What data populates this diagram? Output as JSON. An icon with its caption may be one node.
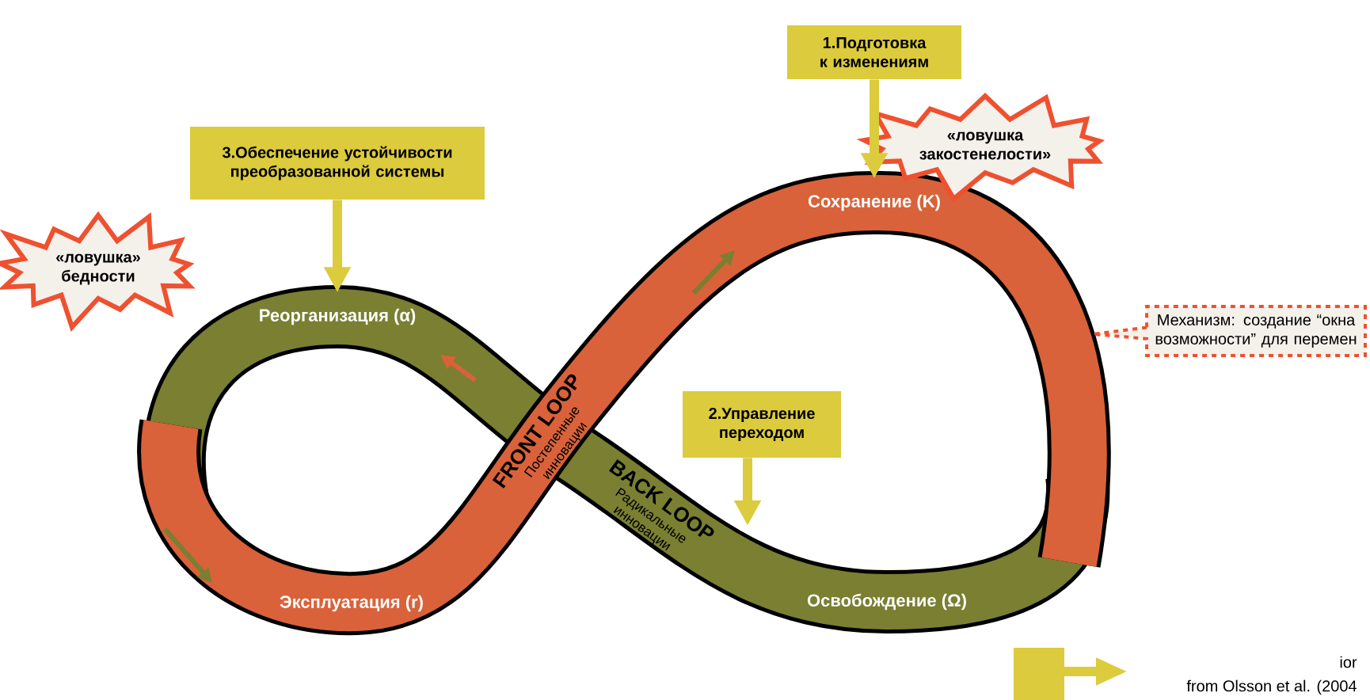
{
  "diagram": {
    "nodes": [
      {
        "text": [
          "1.Подготовка к изменениям"
        ]
      },
      {
        "text": [
          "3.Обеспечение устойчивости преобразованной системы"
        ]
      },
      {
        "text": [
          "2.Управление переходом"
        ]
      },
      {
        "text": [
          "«ловушка закостенелости»"
        ]
      },
      {
        "text": [
          "«ловушка» бедности"
        ]
      },
      {
        "text": [
          "Механизм: создание “окна возможности” для перемен"
        ]
      },
      {
        "text": [
          "Сохранение (K)"
        ]
      },
      {
        "text": [
          "Реорганизация (α)"
        ]
      },
      {
        "text": [
          "Эксплуатация (r)"
        ]
      },
      {
        "text": [
          "Освобождение (Ω)"
        ]
      }
    ],
    "edges": [
      {
        "from": 0,
        "to": 6,
        "arrow": "to"
      },
      {
        "from": 1,
        "to": 7,
        "arrow": "to"
      },
      {
        "from": 2,
        "to": null,
        "arrow": "to"
      }
    ],
    "labels": [
      "FRONT LOOP",
      "Постепенные инновации",
      "BACK LOOP",
      "Радикальные инновации",
      "ior",
      "from Olsson et al. (2004"
    ]
  }
}
